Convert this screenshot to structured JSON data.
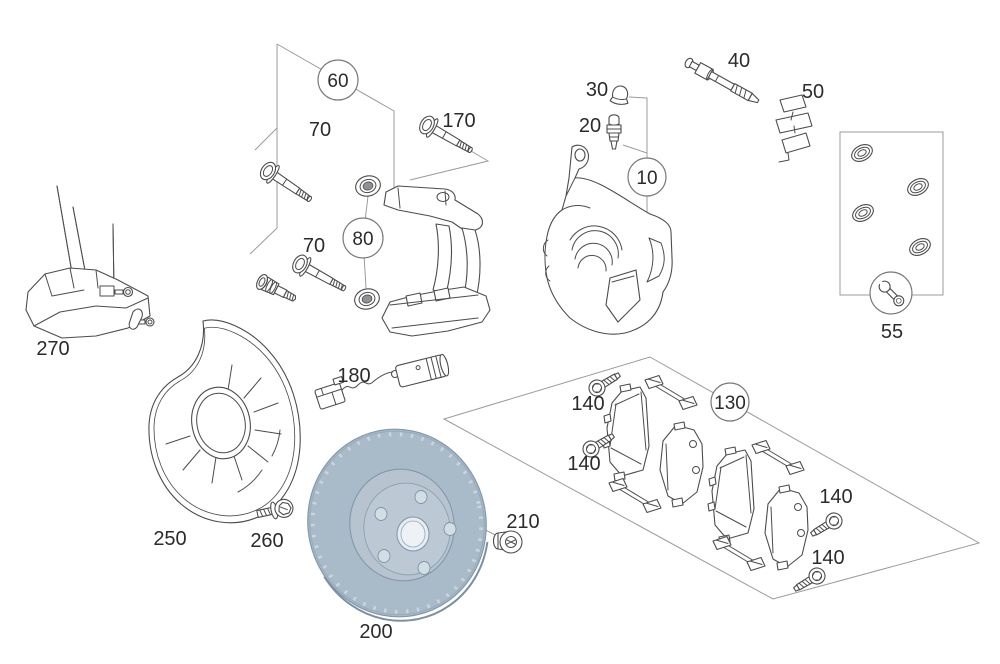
{
  "diagram": {
    "type": "exploded-parts-diagram",
    "subject": "front-disc-brake",
    "callouts": {
      "n10": "10",
      "n20": "20",
      "n30": "30",
      "n40": "40",
      "n50": "50",
      "n55": "55",
      "n60": "60",
      "n70_upper": "70",
      "n70_lower": "70",
      "n80": "80",
      "n130": "130",
      "n140_a": "140",
      "n140_b": "140",
      "n140_c": "140",
      "n140_d": "140",
      "n170": "170",
      "n180": "180",
      "n200": "200",
      "n210": "210",
      "n250": "250",
      "n260": "260",
      "n270": "270"
    }
  },
  "colors": {
    "background": "#ffffff",
    "line_art": "#4c4c4c",
    "construction_line": "#9b9b9b",
    "callout_circle": "#787878",
    "label_text": "#2b2b2b",
    "disc_face": "#a9bac8",
    "disc_edge": "#8098ab",
    "disc_hub": "#b7c4d0",
    "disc_hub_face": "#bcc8d3",
    "disc_bore": "#e6ecf1",
    "disc_scallop": "#c9d4dd",
    "disc_lug_hole": "#d3dde4"
  }
}
